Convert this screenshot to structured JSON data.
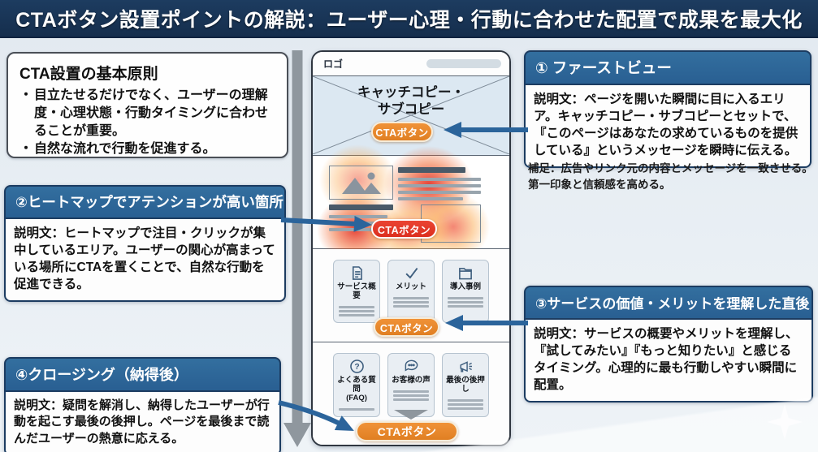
{
  "header": {
    "title": "CTAボタン設置ポイントの解説：ユーザー心理・行動に合わせた配置で成果を最大化"
  },
  "principles": {
    "title": "CTA設置の基本原則",
    "bullets": [
      "目立たせるだけでなく、ユーザーの理解度・心理状態・行動タイミングに合わせることが重要。",
      "自然な流れで行動を促進する。"
    ]
  },
  "points": [
    {
      "title": "① ファーストビュー",
      "body": "説明文：ページを開いた瞬間に目に入るエリア。キャッチコピー・サブコピーとセットで、『このページはあなたの求めているものを提供している』というメッセージを瞬時に伝える。",
      "note": "補足：広告やリンク元の内容とメッセージを一致させる。\n第一印象と信頼感を高める。"
    },
    {
      "title": "②ヒートマップでアテンションが高い箇所",
      "body": "説明文：ヒートマップで注目・クリックが集中しているエリア。ユーザーの関心が高まっている場所にCTAを置くことで、自然な行動を促進できる。"
    },
    {
      "title": "③サービスの価値・メリットを理解した直後",
      "body": "説明文：サービスの概要やメリットを理解し、『試してみたい』『もっと知りたい』と感じるタイミング。心理的に最も行動しやすい瞬間に配置。"
    },
    {
      "title": "④クロージング（納得後）",
      "body": "説明文：疑問を解消し、納得したユーザーが行動を起こす最後の後押し。ページを最後まで読んだユーザーの熱意に応える。"
    }
  ],
  "mockup": {
    "logo": "ロゴ",
    "hero_copy": "キャッチコピー・\nサブコピー",
    "cta_label": "CTAボタン",
    "service_cards": [
      {
        "label": "サービス概要",
        "icon": "document-icon"
      },
      {
        "label": "メリット",
        "icon": "check-icon"
      },
      {
        "label": "導入事例",
        "icon": "folder-icon"
      }
    ],
    "closing_cards": [
      {
        "label": "よくある質問\n(FAQ)",
        "icon": "question-icon"
      },
      {
        "label": "お客様の声",
        "icon": "speech-bubble-icon"
      },
      {
        "label": "最後の後押し",
        "icon": "megaphone-icon"
      }
    ]
  },
  "colors": {
    "header_bg": "#16304e",
    "accent_blue": "#2b649b",
    "cta_orange": "#e8862c",
    "heat_red": "#e13527",
    "scroll_gray": "#8f979e"
  }
}
